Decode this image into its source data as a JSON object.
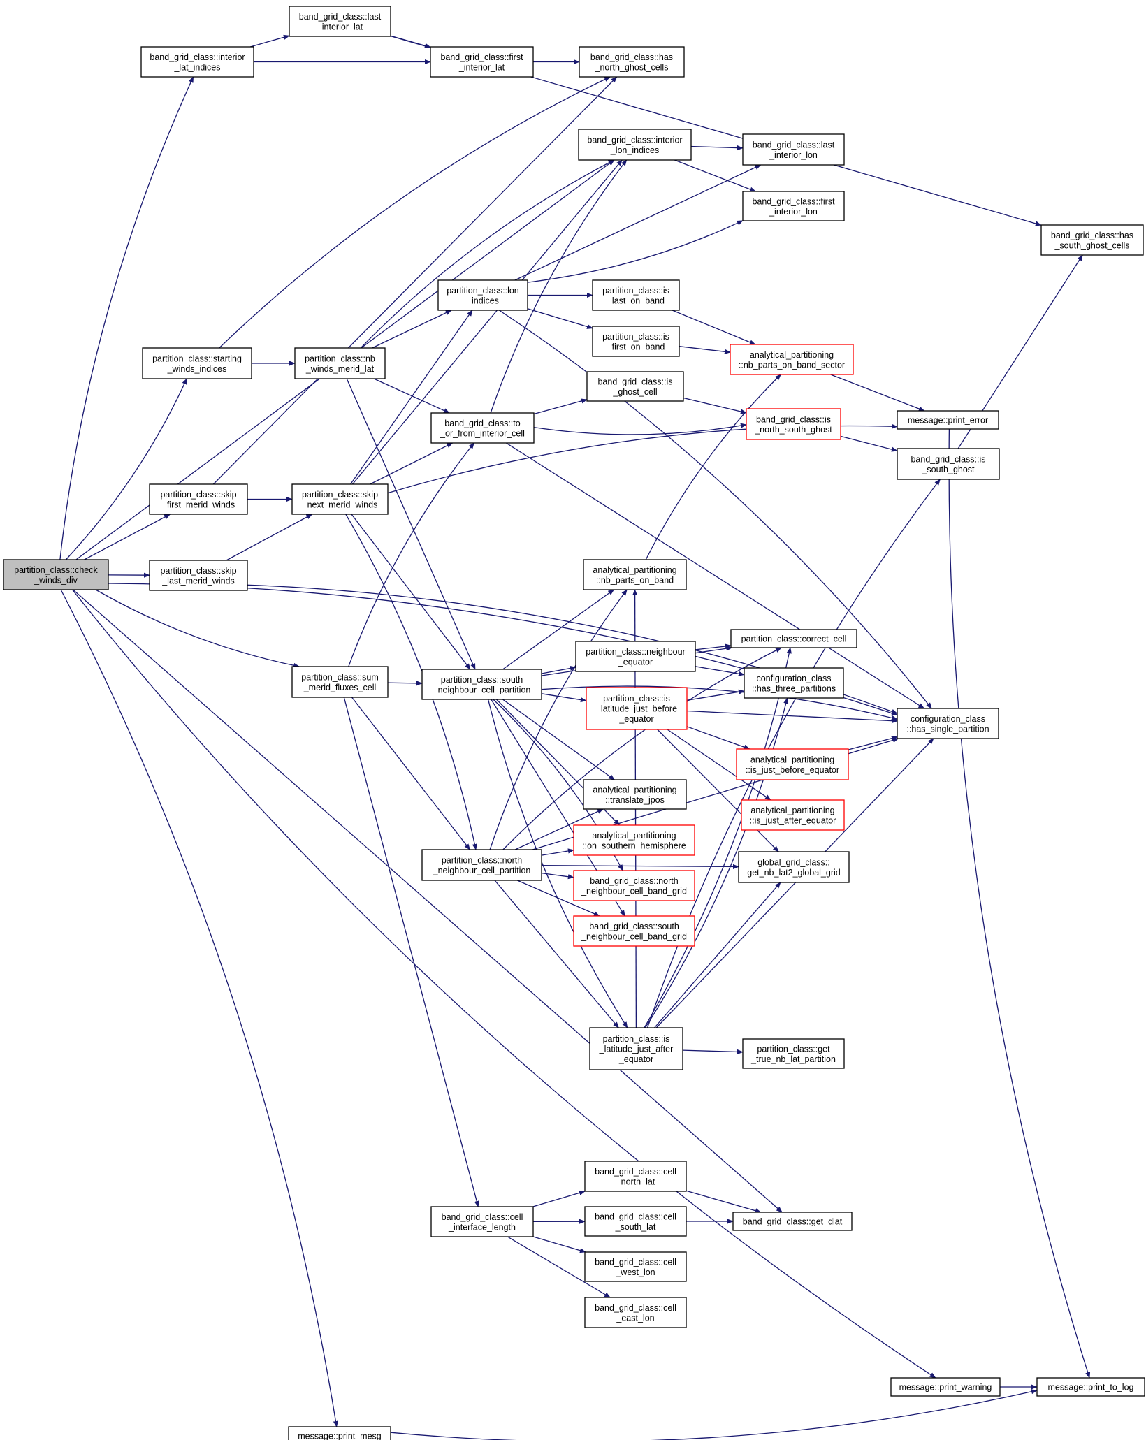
{
  "nodes": {
    "check_winds_div": {
      "lines": [
        "partition_class::check",
        "_winds_div"
      ],
      "style": "root"
    },
    "interior_lat_indices": {
      "lines": [
        "band_grid_class::interior",
        "_lat_indices"
      ]
    },
    "last_interior_lat": {
      "lines": [
        "band_grid_class::last",
        "_interior_lat"
      ]
    },
    "first_interior_lat": {
      "lines": [
        "band_grid_class::first",
        "_interior_lat"
      ]
    },
    "has_north_ghost_cells": {
      "lines": [
        "band_grid_class::has",
        "_north_ghost_cells"
      ]
    },
    "interior_lon_indices": {
      "lines": [
        "band_grid_class::interior",
        "_lon_indices"
      ]
    },
    "last_interior_lon": {
      "lines": [
        "band_grid_class::last",
        "_interior_lon"
      ]
    },
    "first_interior_lon": {
      "lines": [
        "band_grid_class::first",
        "_interior_lon"
      ]
    },
    "has_south_ghost_cells": {
      "lines": [
        "band_grid_class::has",
        "_south_ghost_cells"
      ]
    },
    "lon_indices": {
      "lines": [
        "partition_class::lon",
        "_indices"
      ]
    },
    "is_last_on_band": {
      "lines": [
        "partition_class::is",
        "_last_on_band"
      ]
    },
    "is_first_on_band": {
      "lines": [
        "partition_class::is",
        "_first_on_band"
      ]
    },
    "nb_parts_on_band_sector": {
      "lines": [
        "analytical_partitioning",
        "::nb_parts_on_band_sector"
      ],
      "style": "red"
    },
    "starting_winds_indices": {
      "lines": [
        "partition_class::starting",
        "_winds_indices"
      ]
    },
    "nb_winds_merid_lat": {
      "lines": [
        "partition_class::nb",
        "_winds_merid_lat"
      ]
    },
    "is_ghost_cell": {
      "lines": [
        "band_grid_class::is",
        "_ghost_cell"
      ]
    },
    "to_or_from_interior_cell": {
      "lines": [
        "band_grid_class::to",
        "_or_from_interior_cell"
      ]
    },
    "is_north_south_ghost": {
      "lines": [
        "band_grid_class::is",
        "_north_south_ghost"
      ],
      "style": "red"
    },
    "print_error": {
      "lines": [
        "message::print_error"
      ]
    },
    "is_south_ghost": {
      "lines": [
        "band_grid_class::is",
        "_south_ghost"
      ]
    },
    "skip_first_merid_winds": {
      "lines": [
        "partition_class::skip",
        "_first_merid_winds"
      ]
    },
    "skip_next_merid_winds": {
      "lines": [
        "partition_class::skip",
        "_next_merid_winds"
      ]
    },
    "skip_last_merid_winds": {
      "lines": [
        "partition_class::skip",
        "_last_merid_winds"
      ]
    },
    "nb_parts_on_band": {
      "lines": [
        "analytical_partitioning",
        "::nb_parts_on_band"
      ]
    },
    "correct_cell": {
      "lines": [
        "partition_class::correct_cell"
      ]
    },
    "neighbour_equator": {
      "lines": [
        "partition_class::neighbour",
        "_equator"
      ]
    },
    "has_three_partitions": {
      "lines": [
        "configuration_class",
        "::has_three_partitions"
      ]
    },
    "sum_merid_fluxes_cell": {
      "lines": [
        "partition_class::sum",
        "_merid_fluxes_cell"
      ]
    },
    "south_neighbour_cell_partition": {
      "lines": [
        "partition_class::south",
        "_neighbour_cell_partition"
      ]
    },
    "is_latitude_just_before_equator": {
      "lines": [
        "partition_class::is",
        "_latitude_just_before",
        "_equator"
      ],
      "style": "red"
    },
    "has_single_partition": {
      "lines": [
        "configuration_class",
        "::has_single_partition"
      ]
    },
    "is_just_before_equator": {
      "lines": [
        "analytical_partitioning",
        "::is_just_before_equator"
      ],
      "style": "red"
    },
    "translate_jpos": {
      "lines": [
        "analytical_partitioning",
        "::translate_jpos"
      ]
    },
    "is_just_after_equator": {
      "lines": [
        "analytical_partitioning",
        "::is_just_after_equator"
      ],
      "style": "red"
    },
    "on_southern_hemisphere": {
      "lines": [
        "analytical_partitioning",
        "::on_southern_hemisphere"
      ],
      "style": "red"
    },
    "north_neighbour_cell_partition": {
      "lines": [
        "partition_class::north",
        "_neighbour_cell_partition"
      ]
    },
    "get_nb_lat2_global_grid": {
      "lines": [
        "global_grid_class::",
        "get_nb_lat2_global_grid"
      ]
    },
    "north_neighbour_cell_band_grid": {
      "lines": [
        "band_grid_class::north",
        "_neighbour_cell_band_grid"
      ],
      "style": "red"
    },
    "south_neighbour_cell_band_grid": {
      "lines": [
        "band_grid_class::south",
        "_neighbour_cell_band_grid"
      ],
      "style": "red"
    },
    "is_latitude_just_after_equator": {
      "lines": [
        "partition_class::is",
        "_latitude_just_after",
        "_equator"
      ]
    },
    "get_true_nb_lat_partition": {
      "lines": [
        "partition_class::get",
        "_true_nb_lat_partition"
      ]
    },
    "cell_north_lat": {
      "lines": [
        "band_grid_class::cell",
        "_north_lat"
      ]
    },
    "cell_interface_length": {
      "lines": [
        "band_grid_class::cell",
        "_interface_length"
      ]
    },
    "cell_south_lat": {
      "lines": [
        "band_grid_class::cell",
        "_south_lat"
      ]
    },
    "get_dlat": {
      "lines": [
        "band_grid_class::get_dlat"
      ]
    },
    "cell_west_lon": {
      "lines": [
        "band_grid_class::cell",
        "_west_lon"
      ]
    },
    "cell_east_lon": {
      "lines": [
        "band_grid_class::cell",
        "_east_lon"
      ]
    },
    "print_warning": {
      "lines": [
        "message::print_warning"
      ]
    },
    "print_to_log": {
      "lines": [
        "message::print_to_log"
      ]
    },
    "print_mesg": {
      "lines": [
        "message::print_mesg"
      ]
    }
  },
  "edges": [
    [
      "check_winds_div",
      "interior_lat_indices"
    ],
    [
      "check_winds_div",
      "interior_lon_indices"
    ],
    [
      "check_winds_div",
      "starting_winds_indices"
    ],
    [
      "check_winds_div",
      "skip_first_merid_winds"
    ],
    [
      "check_winds_div",
      "skip_last_merid_winds"
    ],
    [
      "check_winds_div",
      "sum_merid_fluxes_cell"
    ],
    [
      "check_winds_div",
      "has_single_partition"
    ],
    [
      "check_winds_div",
      "get_dlat"
    ],
    [
      "check_winds_div",
      "print_warning"
    ],
    [
      "check_winds_div",
      "print_mesg"
    ],
    [
      "interior_lat_indices",
      "last_interior_lat"
    ],
    [
      "interior_lat_indices",
      "first_interior_lat"
    ],
    [
      "last_interior_lat",
      "first_interior_lat"
    ],
    [
      "last_interior_lat",
      "has_south_ghost_cells"
    ],
    [
      "first_interior_lat",
      "has_north_ghost_cells"
    ],
    [
      "interior_lon_indices",
      "last_interior_lon"
    ],
    [
      "interior_lon_indices",
      "first_interior_lon"
    ],
    [
      "starting_winds_indices",
      "nb_winds_merid_lat"
    ],
    [
      "starting_winds_indices",
      "has_north_ghost_cells"
    ],
    [
      "nb_winds_merid_lat",
      "lon_indices"
    ],
    [
      "nb_winds_merid_lat",
      "to_or_from_interior_cell"
    ],
    [
      "nb_winds_merid_lat",
      "interior_lon_indices"
    ],
    [
      "nb_winds_merid_lat",
      "south_neighbour_cell_partition"
    ],
    [
      "lon_indices",
      "is_last_on_band"
    ],
    [
      "lon_indices",
      "is_first_on_band"
    ],
    [
      "lon_indices",
      "last_interior_lon"
    ],
    [
      "lon_indices",
      "first_interior_lon"
    ],
    [
      "lon_indices",
      "has_single_partition"
    ],
    [
      "is_last_on_band",
      "nb_parts_on_band_sector"
    ],
    [
      "is_first_on_band",
      "nb_parts_on_band_sector"
    ],
    [
      "nb_parts_on_band_sector",
      "print_error"
    ],
    [
      "to_or_from_interior_cell",
      "is_ghost_cell"
    ],
    [
      "to_or_from_interior_cell",
      "is_north_south_ghost"
    ],
    [
      "to_or_from_interior_cell",
      "interior_lon_indices"
    ],
    [
      "to_or_from_interior_cell",
      "has_single_partition"
    ],
    [
      "is_ghost_cell",
      "is_north_south_ghost"
    ],
    [
      "is_north_south_ghost",
      "is_south_ghost"
    ],
    [
      "is_south_ghost",
      "has_south_ghost_cells"
    ],
    [
      "print_error",
      "print_to_log"
    ],
    [
      "skip_first_merid_winds",
      "skip_next_merid_winds"
    ],
    [
      "skip_first_merid_winds",
      "has_north_ghost_cells"
    ],
    [
      "skip_last_merid_winds",
      "skip_next_merid_winds"
    ],
    [
      "skip_last_merid_winds",
      "has_single_partition"
    ],
    [
      "skip_next_merid_winds",
      "lon_indices"
    ],
    [
      "skip_next_merid_winds",
      "to_or_from_interior_cell"
    ],
    [
      "skip_next_merid_winds",
      "print_error"
    ],
    [
      "skip_next_merid_winds",
      "interior_lon_indices"
    ],
    [
      "skip_next_merid_winds",
      "south_neighbour_cell_partition"
    ],
    [
      "skip_next_merid_winds",
      "north_neighbour_cell_partition"
    ],
    [
      "sum_merid_fluxes_cell",
      "south_neighbour_cell_partition"
    ],
    [
      "sum_merid_fluxes_cell",
      "north_neighbour_cell_partition"
    ],
    [
      "sum_merid_fluxes_cell",
      "to_or_from_interior_cell"
    ],
    [
      "sum_merid_fluxes_cell",
      "cell_interface_length"
    ],
    [
      "south_neighbour_cell_partition",
      "nb_parts_on_band"
    ],
    [
      "south_neighbour_cell_partition",
      "correct_cell"
    ],
    [
      "south_neighbour_cell_partition",
      "neighbour_equator"
    ],
    [
      "south_neighbour_cell_partition",
      "is_latitude_just_before_equator"
    ],
    [
      "south_neighbour_cell_partition",
      "has_single_partition"
    ],
    [
      "south_neighbour_cell_partition",
      "translate_jpos"
    ],
    [
      "south_neighbour_cell_partition",
      "on_southern_hemisphere"
    ],
    [
      "south_neighbour_cell_partition",
      "north_neighbour_cell_band_grid"
    ],
    [
      "south_neighbour_cell_partition",
      "south_neighbour_cell_band_grid"
    ],
    [
      "south_neighbour_cell_partition",
      "is_latitude_just_after_equator"
    ],
    [
      "nb_parts_on_band",
      "nb_parts_on_band_sector"
    ],
    [
      "neighbour_equator",
      "correct_cell"
    ],
    [
      "neighbour_equator",
      "has_three_partitions"
    ],
    [
      "is_latitude_just_before_equator",
      "has_three_partitions"
    ],
    [
      "is_latitude_just_before_equator",
      "has_single_partition"
    ],
    [
      "is_latitude_just_before_equator",
      "is_just_before_equator"
    ],
    [
      "is_latitude_just_before_equator",
      "is_just_after_equator"
    ],
    [
      "is_latitude_just_before_equator",
      "get_nb_lat2_global_grid"
    ],
    [
      "is_just_before_equator",
      "has_single_partition"
    ],
    [
      "north_neighbour_cell_partition",
      "nb_parts_on_band"
    ],
    [
      "north_neighbour_cell_partition",
      "translate_jpos"
    ],
    [
      "north_neighbour_cell_partition",
      "on_southern_hemisphere"
    ],
    [
      "north_neighbour_cell_partition",
      "north_neighbour_cell_band_grid"
    ],
    [
      "north_neighbour_cell_partition",
      "south_neighbour_cell_band_grid"
    ],
    [
      "north_neighbour_cell_partition",
      "is_latitude_just_after_equator"
    ],
    [
      "north_neighbour_cell_partition",
      "correct_cell"
    ],
    [
      "north_neighbour_cell_partition",
      "has_single_partition"
    ],
    [
      "north_neighbour_cell_partition",
      "get_nb_lat2_global_grid"
    ],
    [
      "is_latitude_just_after_equator",
      "get_true_nb_lat_partition"
    ],
    [
      "is_latitude_just_after_equator",
      "has_single_partition"
    ],
    [
      "is_latitude_just_after_equator",
      "has_three_partitions"
    ],
    [
      "is_latitude_just_after_equator",
      "get_nb_lat2_global_grid"
    ],
    [
      "is_latitude_just_after_equator",
      "nb_parts_on_band"
    ],
    [
      "is_latitude_just_after_equator",
      "correct_cell"
    ],
    [
      "is_latitude_just_after_equator",
      "is_south_ghost"
    ],
    [
      "cell_interface_length",
      "cell_north_lat"
    ],
    [
      "cell_interface_length",
      "cell_south_lat"
    ],
    [
      "cell_interface_length",
      "cell_west_lon"
    ],
    [
      "cell_interface_length",
      "cell_east_lon"
    ],
    [
      "cell_north_lat",
      "get_dlat"
    ],
    [
      "cell_south_lat",
      "get_dlat"
    ],
    [
      "print_warning",
      "print_to_log"
    ],
    [
      "print_mesg",
      "print_to_log"
    ]
  ]
}
